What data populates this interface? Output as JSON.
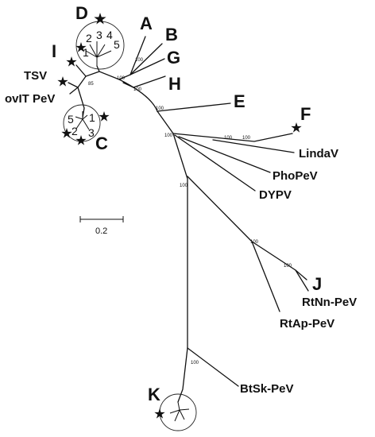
{
  "clades": {
    "A": "A",
    "B": "B",
    "C": "C",
    "D": "D",
    "E": "E",
    "F": "F",
    "G": "G",
    "H": "H",
    "I": "I",
    "J": "J",
    "K": "K"
  },
  "taxa": {
    "tsv": "TSV",
    "ovit": "ovIT PeV",
    "linda": "LindaV",
    "phopev": "PhoPeV",
    "dypv": "DYPV",
    "rtnn": "RtNn-PeV",
    "rtap": "RtAp-PeV",
    "btsk": "BtSk-PeV"
  },
  "subclade_numbers": {
    "d": [
      "1",
      "2",
      "3",
      "4",
      "5"
    ],
    "c": [
      "1",
      "2",
      "3",
      "5"
    ]
  },
  "bootstrap": {
    "ovit_node": "85",
    "a_node": "100",
    "g_node": "100",
    "h_node": "100",
    "e_node": "100",
    "f_inner": "100",
    "f_outer": "100",
    "linda_node": "100",
    "trunk_upper": "100",
    "rt_node": "100",
    "j_node": "100",
    "k_node": "100"
  },
  "scale_bar": "0.2"
}
